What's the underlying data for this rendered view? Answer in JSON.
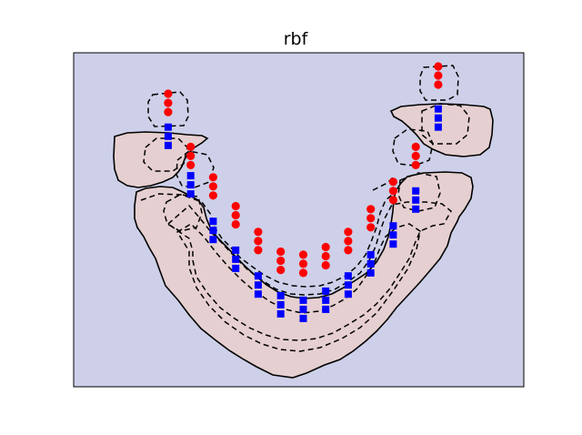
{
  "chart_data": {
    "type": "scatter",
    "title": "rbf",
    "xlabel": "",
    "ylabel": "",
    "xlim": [
      0,
      20
    ],
    "ylim": [
      -2,
      9
    ],
    "xticks": [],
    "yticks": [],
    "grid": false,
    "legend": "none",
    "colors": {
      "background_region": "#cdd0e8",
      "positive_region": "#e6cfd0",
      "decision_boundary": "#000000",
      "margin_lines": "#000000",
      "class_red": "#ff0000",
      "class_blue": "#0000ff"
    },
    "series": [
      {
        "marker": "circle",
        "color": "#ff0000",
        "x": [
          4.2,
          4.2,
          4.2,
          5.2,
          5.2,
          5.2,
          6.2,
          6.2,
          6.2,
          7.2,
          7.2,
          7.2,
          8.2,
          8.2,
          8.2,
          9.2,
          9.2,
          9.2,
          10.2,
          10.2,
          10.2,
          11.2,
          11.2,
          11.2,
          12.2,
          12.2,
          12.2,
          13.2,
          13.2,
          13.2,
          14.2,
          14.2,
          14.2,
          15.2,
          15.2,
          15.2,
          16.2,
          16.2,
          16.2
        ],
        "y": [
          7.65,
          7.35,
          7.05,
          5.9,
          5.6,
          5.3,
          4.9,
          4.6,
          4.3,
          3.95,
          3.65,
          3.35,
          3.1,
          2.8,
          2.5,
          2.45,
          2.15,
          1.85,
          2.35,
          2.05,
          1.75,
          2.6,
          2.3,
          2.0,
          3.1,
          2.8,
          2.5,
          3.85,
          3.55,
          3.25,
          4.75,
          4.45,
          4.15,
          5.9,
          5.6,
          5.3,
          8.55,
          8.25,
          7.95
        ]
      },
      {
        "marker": "square",
        "color": "#0000ff",
        "x": [
          4.2,
          4.2,
          4.2,
          5.2,
          5.2,
          5.2,
          6.2,
          6.2,
          6.2,
          7.2,
          7.2,
          7.2,
          8.2,
          8.2,
          8.2,
          9.2,
          9.2,
          9.2,
          10.2,
          10.2,
          10.2,
          11.2,
          11.2,
          11.2,
          12.2,
          12.2,
          12.2,
          13.2,
          13.2,
          13.2,
          14.2,
          14.2,
          14.2,
          15.2,
          15.2,
          15.2,
          16.2,
          16.2,
          16.2
        ],
        "y": [
          6.55,
          6.25,
          5.95,
          4.95,
          4.65,
          4.35,
          3.45,
          3.15,
          2.85,
          2.5,
          2.2,
          1.9,
          1.65,
          1.35,
          1.05,
          1.0,
          0.7,
          0.4,
          0.85,
          0.55,
          0.25,
          1.15,
          0.85,
          0.55,
          1.65,
          1.35,
          1.05,
          2.35,
          2.05,
          1.75,
          3.3,
          3.0,
          2.7,
          4.45,
          4.15,
          3.85,
          7.15,
          6.85,
          6.55
        ]
      }
    ]
  }
}
